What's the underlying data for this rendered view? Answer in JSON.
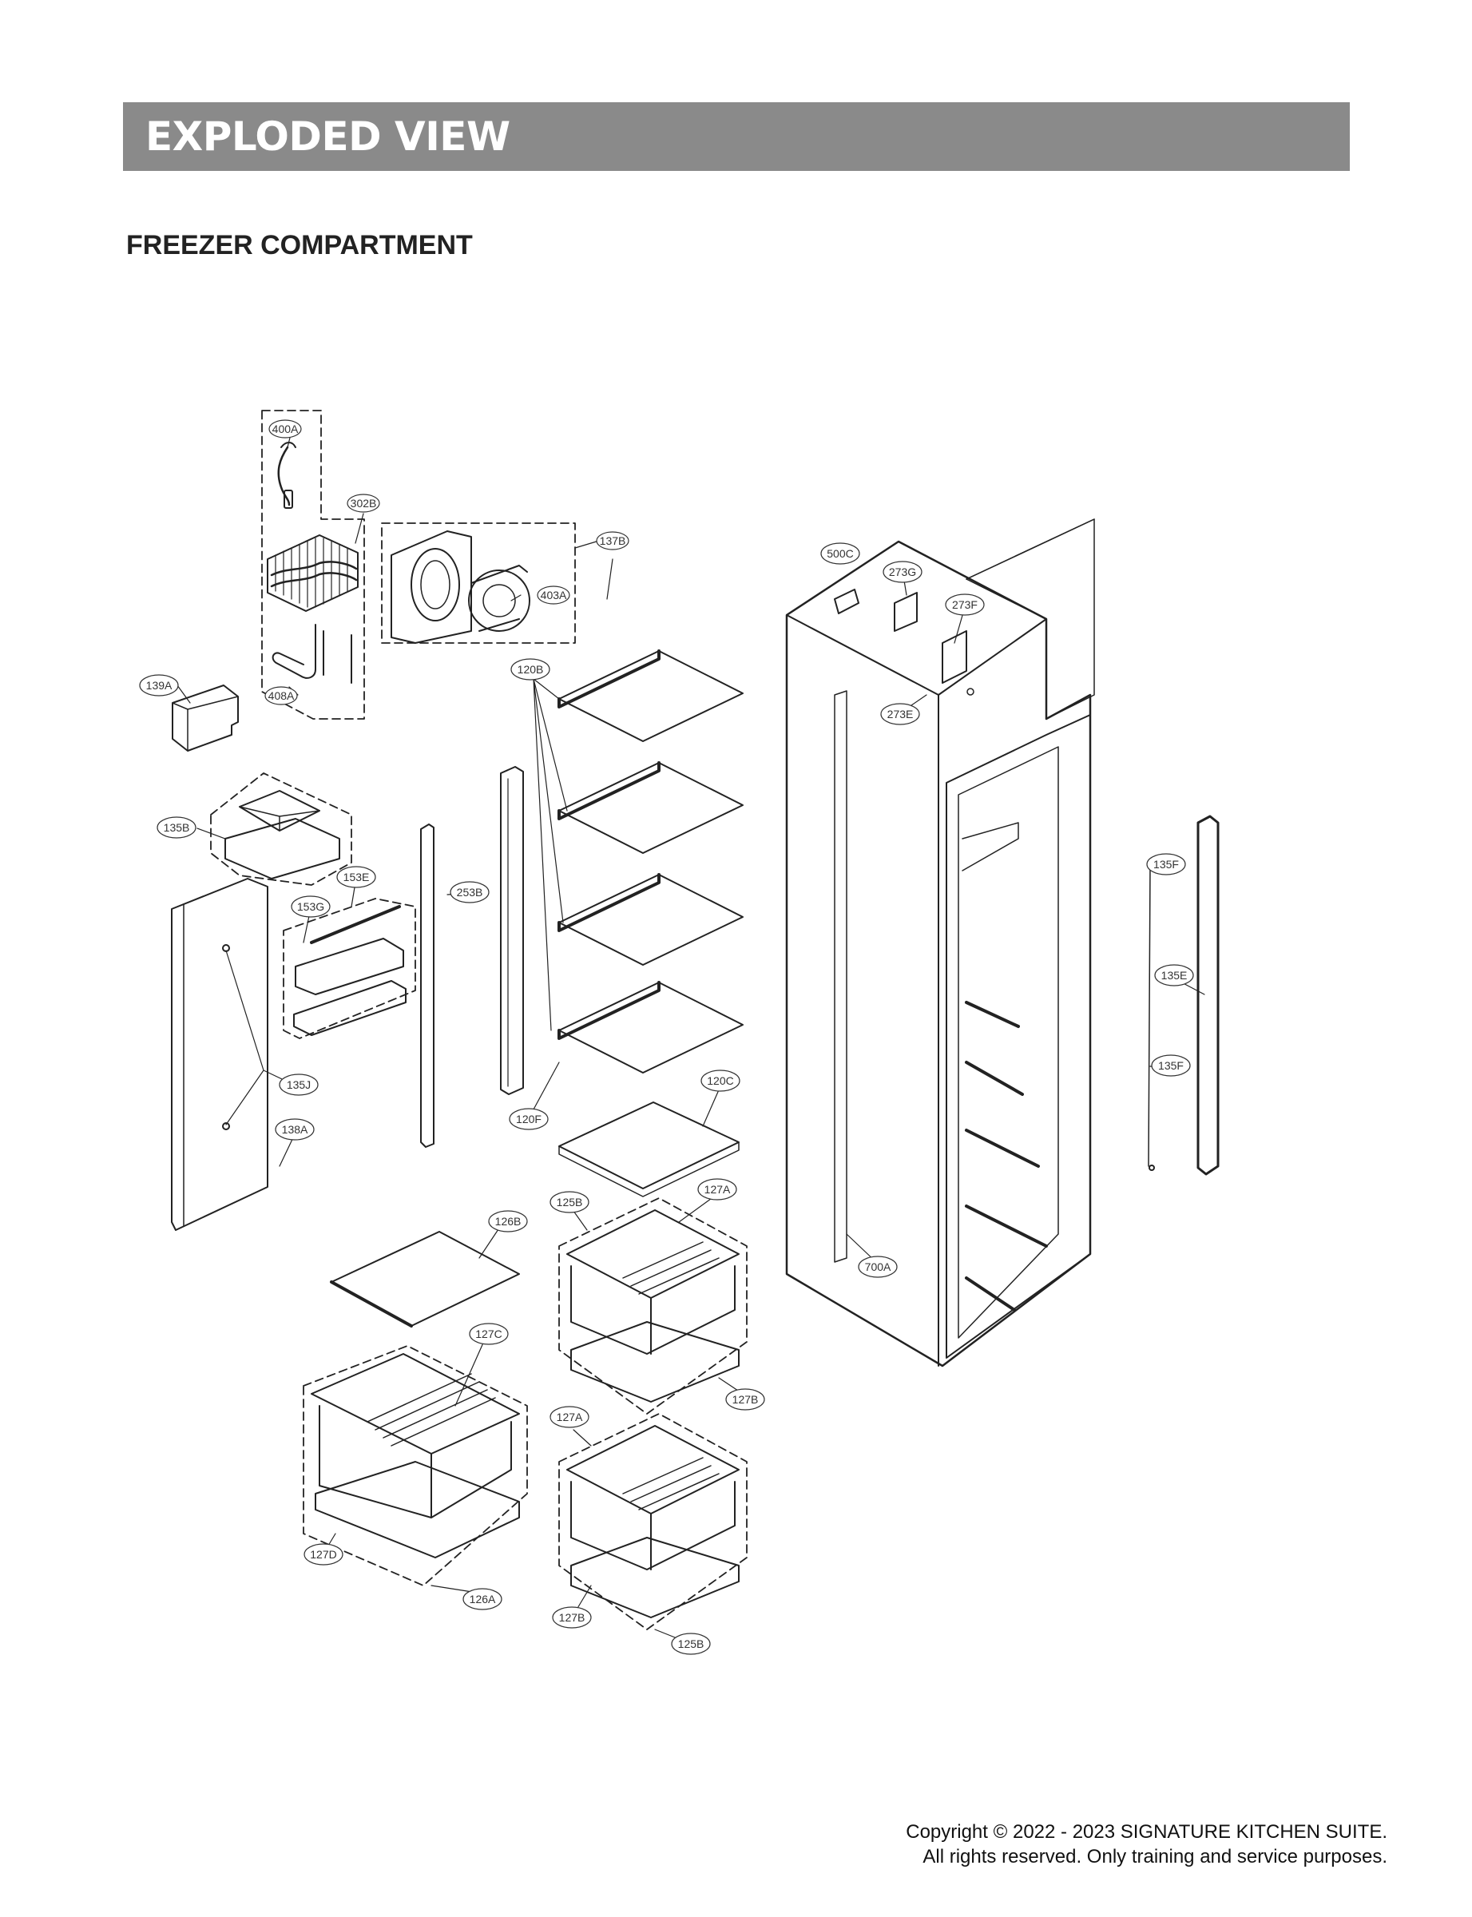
{
  "header": {
    "title": "EXPLODED VIEW",
    "subtitle": "FREEZER COMPARTMENT"
  },
  "colors": {
    "banner": "#8a8a8a",
    "line": "#222222"
  },
  "callouts": [
    {
      "id": "400A",
      "label": "400A"
    },
    {
      "id": "302B",
      "label": "302B"
    },
    {
      "id": "137B",
      "label": "137B"
    },
    {
      "id": "403A",
      "label": "403A"
    },
    {
      "id": "408A",
      "label": "408A"
    },
    {
      "id": "139A",
      "label": "139A"
    },
    {
      "id": "135B",
      "label": "135B"
    },
    {
      "id": "153E",
      "label": "153E"
    },
    {
      "id": "153G",
      "label": "153G"
    },
    {
      "id": "253B",
      "label": "253B"
    },
    {
      "id": "120B",
      "label": "120B"
    },
    {
      "id": "135J",
      "label": "135J"
    },
    {
      "id": "138A",
      "label": "138A"
    },
    {
      "id": "120C",
      "label": "120C"
    },
    {
      "id": "120F",
      "label": "120F"
    },
    {
      "id": "127A-top",
      "label": "127A"
    },
    {
      "id": "125B-top",
      "label": "125B"
    },
    {
      "id": "126B",
      "label": "126B"
    },
    {
      "id": "127C",
      "label": "127C"
    },
    {
      "id": "127B-top",
      "label": "127B"
    },
    {
      "id": "127A-bottom",
      "label": "127A"
    },
    {
      "id": "127D",
      "label": "127D"
    },
    {
      "id": "126A",
      "label": "126A"
    },
    {
      "id": "127B-bottom",
      "label": "127B"
    },
    {
      "id": "125B-bottom",
      "label": "125B"
    },
    {
      "id": "500C",
      "label": "500C"
    },
    {
      "id": "273G",
      "label": "273G"
    },
    {
      "id": "273F",
      "label": "273F"
    },
    {
      "id": "273E",
      "label": "273E"
    },
    {
      "id": "700A",
      "label": "700A"
    },
    {
      "id": "135F-top",
      "label": "135F"
    },
    {
      "id": "135E",
      "label": "135E"
    },
    {
      "id": "135F-bottom",
      "label": "135F"
    }
  ],
  "footer": {
    "copyright": "Copyright © 2022 - 2023 SIGNATURE KITCHEN SUITE.",
    "rights": "All rights reserved. Only training and service purposes."
  }
}
